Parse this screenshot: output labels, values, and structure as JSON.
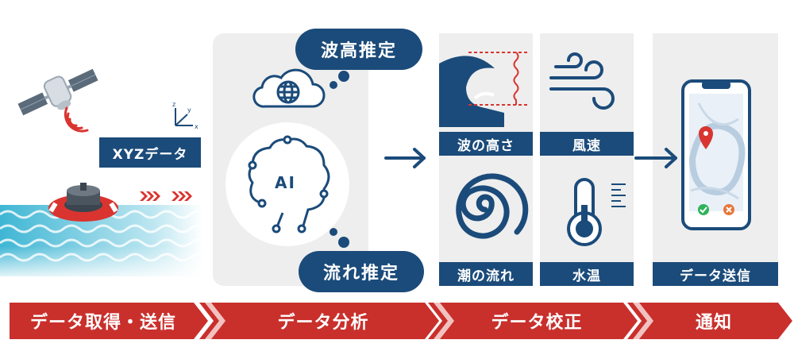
{
  "data_source": {
    "tag": "XYZデータ"
  },
  "analysis": {
    "top_bubble": "波高推定",
    "bottom_bubble": "流れ推定",
    "ai_label": "AI"
  },
  "calibration": {
    "items": [
      {
        "label": "波の高さ",
        "icon": "wave-height-icon"
      },
      {
        "label": "風速",
        "icon": "wind-icon"
      },
      {
        "label": "潮の流れ",
        "icon": "tide-swirl-icon"
      },
      {
        "label": "水温",
        "icon": "thermometer-icon"
      }
    ]
  },
  "notification": {
    "label": "データ送信",
    "icon": "smartphone-map-icon"
  },
  "stages": [
    {
      "label": "データ取得・送信"
    },
    {
      "label": "データ分析"
    },
    {
      "label": "データ校正"
    },
    {
      "label": "通知"
    }
  ],
  "colors": {
    "navy": "#1b4b7a",
    "red": "#c9302c",
    "panel": "#eeeeee",
    "sea": "#3fb6d4"
  }
}
